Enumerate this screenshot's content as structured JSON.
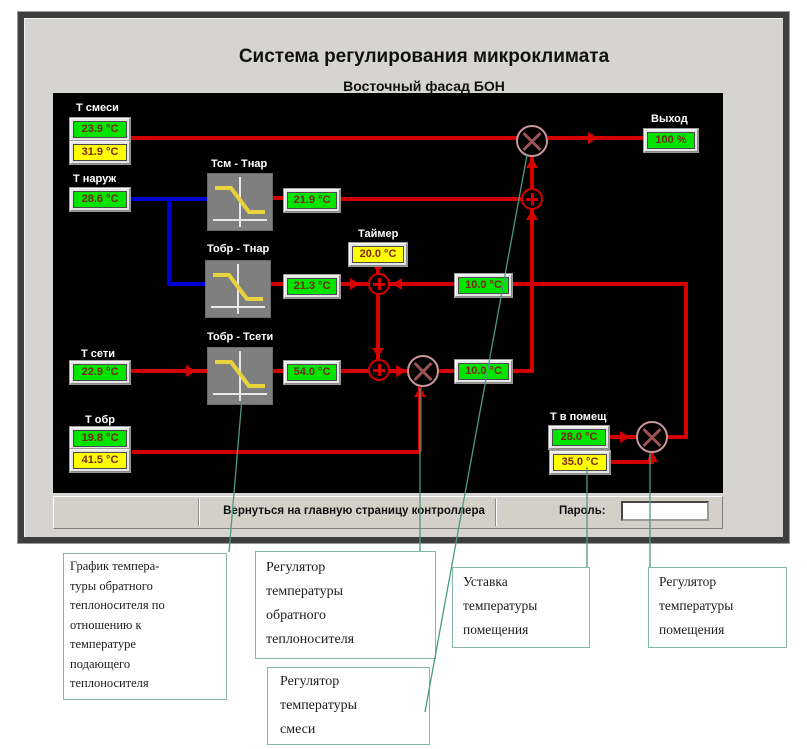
{
  "window": {
    "title": "Система регулирования микроклимата",
    "subtitle": "Восточный фасад БОН"
  },
  "scheme": {
    "labels": {
      "t_smesi": "Т смеси",
      "t_naruzh": "Т наруж",
      "t_seti": "Т сети",
      "t_obr": "Т обр",
      "t_pomesch": "Т в помещ",
      "vyhod": "Выход",
      "taimer": "Таймер",
      "block1": "Тсм - Тнар",
      "block2": "Тобр - Тнар",
      "block3": "Тобр - Тсети"
    },
    "values": {
      "t_smesi_1": "23.9 °C",
      "t_smesi_2": "31.9 °C",
      "t_naruzh": "28.6 °C",
      "t_seti": "22.9 °C",
      "t_obr_1": "19.8 °C",
      "t_obr_2": "41.5 °C",
      "t_pomesch_1": "28.0 °C",
      "t_pomesch_2": "35.0 °C",
      "vyhod": "100 %",
      "taimer": "20.0 °C",
      "out_tsm_tnar": "21.9 °C",
      "out_tobr_tnar": "21.3 °C",
      "out_tobr_tseti": "54.0 °C",
      "setpoint_1": "10.0 °C",
      "setpoint_2": "10.0 °C"
    }
  },
  "bar": {
    "back_label": "Вернуться на главную страницу контроллера",
    "password_label": "Пароль:",
    "password_value": ""
  },
  "annotations": {
    "graph_note": "График темпера-\nтуры обратного\nтеплоносителя по\nотношению к\nтемпературе\nподающего\nтеплоносителя",
    "regulator_return": "Регулятор\nтемпературы\nобратного\nтеплоносителя",
    "regulator_mix": "Регулятор\nтемпературы\nсмеси",
    "setpoint_room": "Уставка\nтемпературы\nпомещения",
    "regulator_room": "Регулятор\nтемпературы\nпомещения"
  },
  "colors": {
    "pipe_red": "#d40000",
    "pipe_blue": "#0000d4",
    "field_green": "#00e400",
    "field_yellow": "#ffff00",
    "value_text": "#7b2418",
    "callout_line": "#4c9a82",
    "panel_bg": "#000000",
    "window_bg": "#d6d4d0"
  }
}
